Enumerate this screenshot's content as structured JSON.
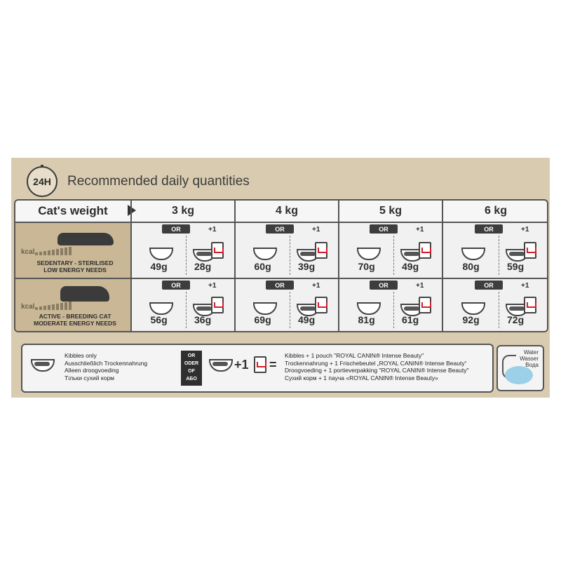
{
  "header": {
    "clock_label": "24H",
    "title": "Recommended daily quantities"
  },
  "table": {
    "weight_label": "Cat's weight",
    "weights": [
      "3 kg",
      "4 kg",
      "5 kg",
      "6 kg"
    ],
    "or_label": "OR",
    "plus_label": "+1",
    "rows": [
      {
        "kcal": "kcal",
        "cond_line1": "SEDENTARY - STERILISED",
        "cond_line2": "LOW ENERGY NEEDS",
        "kibbles": [
          "49g",
          "60g",
          "70g",
          "80g"
        ],
        "mixed": [
          "28g",
          "39g",
          "49g",
          "59g"
        ]
      },
      {
        "kcal": "kcal",
        "cond_line1": "ACTIVE - BREEDING CAT",
        "cond_line2": "MODERATE ENERGY NEEDS",
        "kibbles": [
          "56g",
          "69g",
          "81g",
          "92g"
        ],
        "mixed": [
          "36g",
          "49g",
          "61g",
          "72g"
        ]
      }
    ]
  },
  "legend": {
    "kibbles_only": [
      "Kibbles only",
      "Ausschließlich Trockennahrung",
      "Alleen droogvoeding",
      "Тільки сухий корм"
    ],
    "or_stack": [
      "OR",
      "ODER",
      "OF",
      "АБО"
    ],
    "plus": "+1",
    "equals": "=",
    "mixed": [
      "Kibbles + 1 pouch \"ROYAL CANIN® Intense Beauty\"",
      "Trockennahrung + 1 Frischebeutel „ROYAL CANIN® Intense Beauty“",
      "Droogvoeding + 1 portieverpakking \"ROYAL CANIN® Intense Beauty\"",
      "Сухий корм + 1 пауча «ROYAL CANIN® Intense Beauty»"
    ]
  },
  "water": {
    "lines": [
      "Water",
      "Wasser",
      "Вода"
    ]
  },
  "icons": [
    "clock-icon",
    "bowl-icon",
    "pouch-icon",
    "cat-icon",
    "water-icon"
  ],
  "colors": {
    "panel": "#d9cbb0",
    "tile": "#c9b796",
    "badge": "#3d3d3d",
    "brand_red": "#d51c2a"
  }
}
